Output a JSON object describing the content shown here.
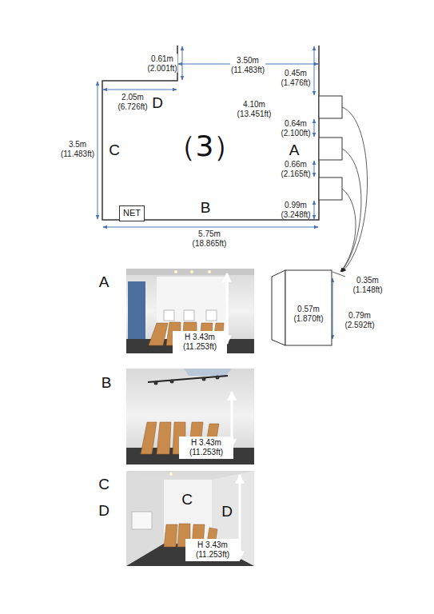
{
  "diagram": {
    "nodes": [
      {
        "text": [
          "NET"
        ]
      },
      {
        "text": [
          "H 3.43m (11.253ft)"
        ]
      },
      {
        "text": [
          "H 3.43m (11.253ft)"
        ]
      },
      {
        "text": [
          "H 3.43m (11.253ft)"
        ]
      }
    ],
    "labels": [
      "0.61m (2.001ft)",
      "3.50m (11.483ft)",
      "2.05m (6.726ft)",
      "D",
      "0.45m (1.476ft)",
      "4.10m (13.451ft)",
      "3.5m (11.483ft)",
      "C",
      "（3）",
      "A",
      "0.64m (2.100ft)",
      "0.66m (2.165ft)",
      "0.99m (3.248ft)",
      "B",
      "5.75m (18.865ft)",
      "0.35m (1.148ft)",
      "0.57m (1.870ft)",
      "0.79m (2.592ft)",
      "A",
      "B",
      "C",
      "D",
      "C",
      "D"
    ]
  }
}
